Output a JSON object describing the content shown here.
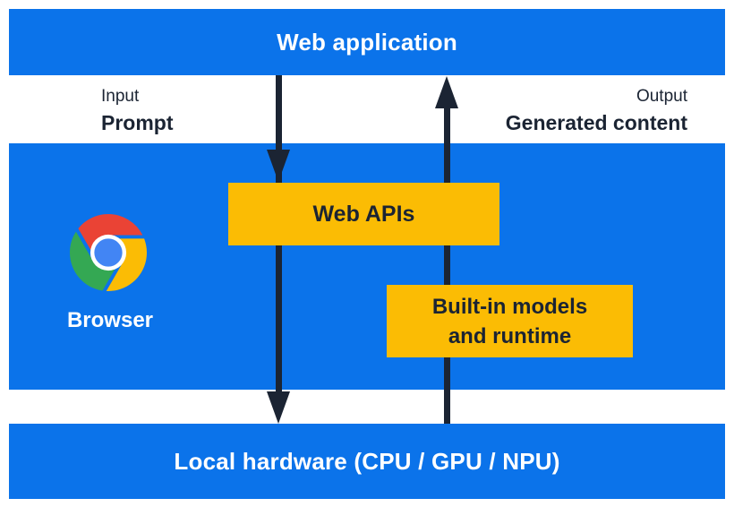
{
  "top_bar": {
    "label": "Web application"
  },
  "flow_labels": {
    "input_title": "Input",
    "input_value": "Prompt",
    "output_title": "Output",
    "output_value": "Generated content"
  },
  "browser_band": {
    "browser_label": "Browser",
    "web_apis_label": "Web APIs",
    "builtin_lines": [
      "Built-in models",
      "and runtime"
    ]
  },
  "bottom_bar": {
    "label": "Local hardware (CPU / GPU / NPU)"
  },
  "icons": {
    "browser_logo": "chrome-icon"
  },
  "colors": {
    "band_blue": "#0b73ea",
    "box_yellow": "#fbbc04",
    "ink_dark": "#1b2433",
    "text_white": "#ffffff",
    "chrome_red": "#ea4335",
    "chrome_green": "#34a853",
    "chrome_yellow": "#fbbc05",
    "chrome_blue": "#4285f4"
  }
}
